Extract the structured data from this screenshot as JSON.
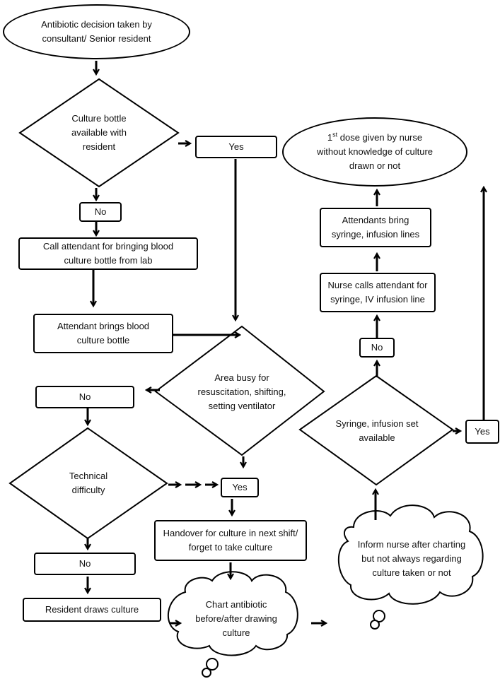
{
  "nodes": {
    "start": "Antibiotic decision taken by consultant/ Senior resident",
    "culture_available": "Culture bottle available with resident",
    "yes_top": "Yes",
    "no_top": "No",
    "call_attendant": "Call attendant for bringing blood culture bottle from lab",
    "attendant_brings": "Attendant brings blood culture bottle",
    "area_busy": "Area busy for resuscitation, shifting, setting ventilator",
    "no_left": "No",
    "technical_difficulty": "Technical difficulty",
    "yes_mid": "Yes",
    "handover": "Handover for culture in next shift/ forget to take culture",
    "no_bottom": "No",
    "resident_draws": "Resident draws culture",
    "chart_antibiotic": "Chart antibiotic before/after drawing culture",
    "inform_nurse": "Inform nurse after charting but not always regarding culture taken or not",
    "syringe_available": "Syringe, infusion set available",
    "yes_right": "Yes",
    "no_right": "No",
    "nurse_calls": "Nurse calls attendant for syringe, IV infusion line",
    "attendants_bring": "Attendants bring syringe, infusion lines",
    "first_dose_sup": "st",
    "first_dose_num": "1",
    "first_dose_rest": "dose given by nurse without knowledge of culture drawn or not"
  }
}
